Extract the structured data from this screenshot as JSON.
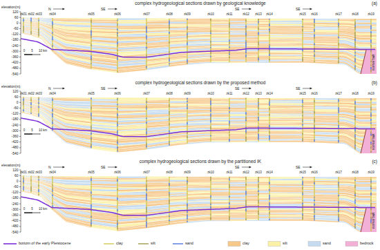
{
  "diagram": {
    "labels": [
      "complex hydrogeological sections drawn by geological knowledge",
      "(a)",
      "elevation(m)",
      "120",
      "60",
      "0",
      "-60",
      "-120",
      "-180",
      "-240",
      "-300",
      "-360",
      "-420",
      "-480",
      "-540",
      "zk01",
      "zk02",
      "zk03",
      "zk04",
      "zk05",
      "zk06",
      "zk07",
      "zk08",
      "zk09",
      "zk10",
      "zk11",
      "zk12",
      "zk13",
      "zk14",
      "zk15",
      "zk16",
      "zk17",
      "zk18",
      "zk19",
      "N",
      "SE",
      "SE",
      "SE",
      "0",
      "5",
      "10 km",
      "normal fault",
      "complex hydrogeological sections drawn by the proposed method",
      "(b)",
      "elevation(m)",
      "120",
      "60",
      "0",
      "-60",
      "-120",
      "-180",
      "-240",
      "-300",
      "-360",
      "-420",
      "-480",
      "-540",
      "zk01",
      "zk02",
      "zk03",
      "zk04",
      "zk05",
      "zk06",
      "zk07",
      "zk08",
      "zk09",
      "zk10",
      "zk11",
      "zk12",
      "zk13",
      "zk14",
      "zk15",
      "zk16",
      "zk17",
      "zk18",
      "zk19",
      "N",
      "SE",
      "SE",
      "SE",
      "0",
      "5",
      "10 km",
      "normal fault",
      "complex hydrogeological sections drawn by the partitioned IK",
      "(c)",
      "elevation(m)",
      "120",
      "60",
      "0",
      "-60",
      "-120",
      "-180",
      "-240",
      "-300",
      "-360",
      "-420",
      "-480",
      "-540",
      "zk01",
      "zk02",
      "zk03",
      "zk04",
      "zk05",
      "zk06",
      "zk07",
      "zk08",
      "zk09",
      "zk10",
      "zk11",
      "zk12",
      "zk13",
      "zk14",
      "zk15",
      "zk16",
      "zk17",
      "zk18",
      "zk19",
      "N",
      "SE",
      "SE",
      "SE",
      "0",
      "5",
      "10 km",
      "normal fault"
    ],
    "legend": [
      {
        "text": "bottom of the early Pleistocene"
      },
      {
        "text": "clay"
      },
      {
        "text": "silt"
      },
      {
        "text": "sand"
      },
      {
        "text": "clay",
        "color": "#f6c88a"
      },
      {
        "text": "silt",
        "color": "#fbf2a8"
      },
      {
        "text": "sand",
        "color": "#c5dcf0"
      },
      {
        "text": "bedrock",
        "color": "#f2b0d6"
      }
    ]
  }
}
